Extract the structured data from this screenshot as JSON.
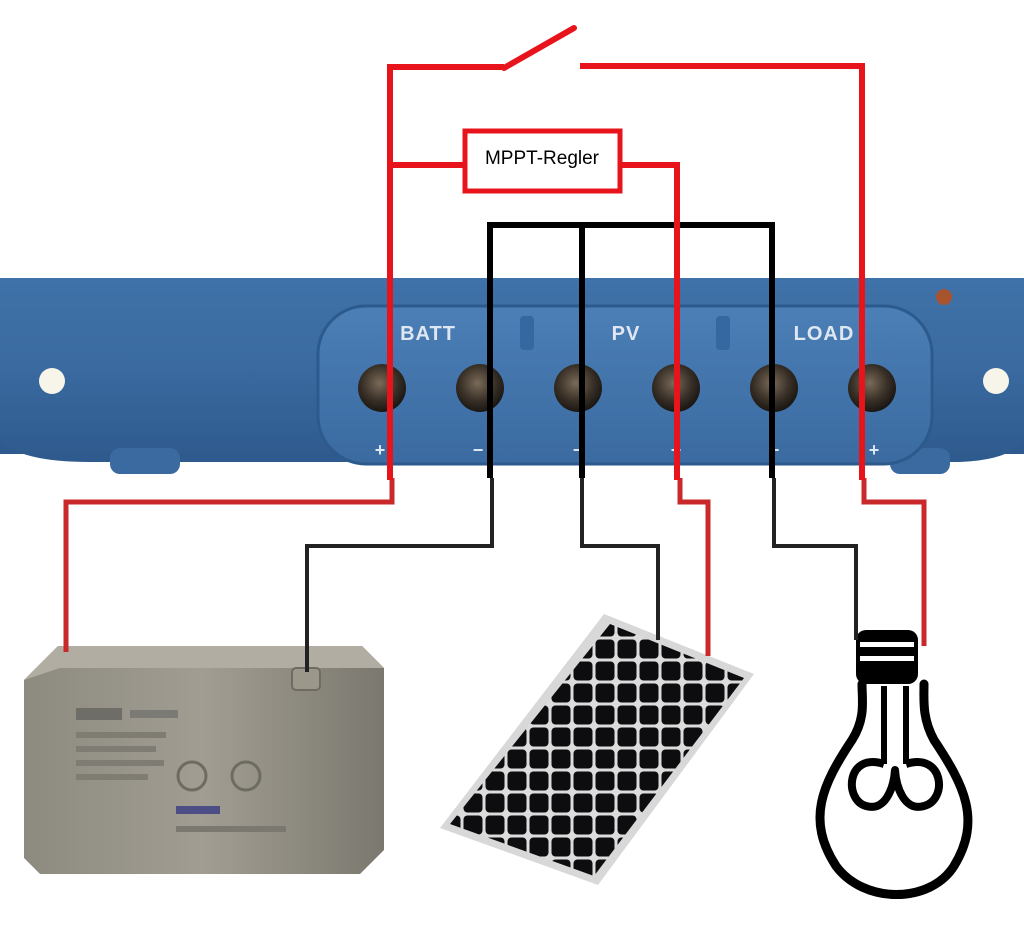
{
  "controller": {
    "terminal_groups": [
      "BATT",
      "PV",
      "LOAD"
    ],
    "polarity": [
      "+",
      "−",
      "−",
      "+",
      "−",
      "+"
    ]
  },
  "regulator": {
    "label": "MPPT-Regler"
  },
  "colors": {
    "positive_wire": "#e8141c",
    "negative_wire": "#000000",
    "housing": "#3d6fa6"
  }
}
